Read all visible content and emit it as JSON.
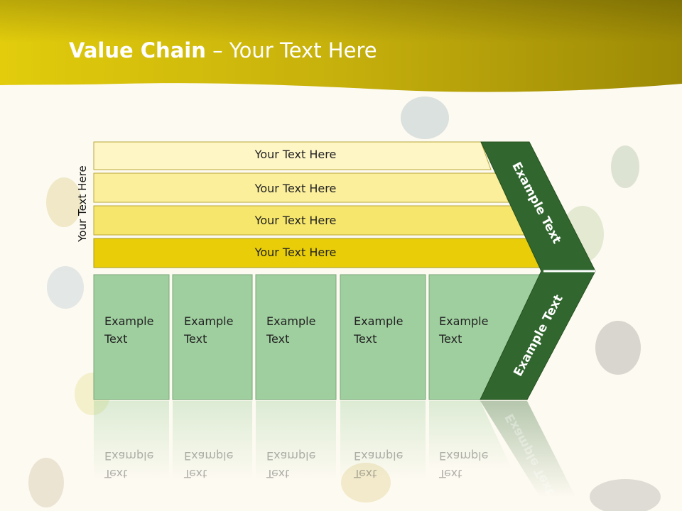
{
  "slide": {
    "title_bold": "Value Chain",
    "title_rest": " – Your Text Here",
    "side_label": "Your Text Here"
  },
  "bands": [
    {
      "label": "Your Text Here",
      "color": "#fff6c6"
    },
    {
      "label": "Your Text Here",
      "color": "#fbef9c"
    },
    {
      "label": "Your Text Here",
      "color": "#f6e66c"
    },
    {
      "label": "Your Text Here",
      "color": "#e8cd08"
    }
  ],
  "boxes": [
    {
      "line1": "Example",
      "line2": "Text"
    },
    {
      "line1": "Example",
      "line2": "Text"
    },
    {
      "line1": "Example",
      "line2": "Text"
    },
    {
      "line1": "Example",
      "line2": "Text"
    },
    {
      "line1": "Example",
      "line2": "Text"
    }
  ],
  "chevron": {
    "upper_label": "Example Text",
    "lower_label": "Example Text",
    "color": "#31672f"
  },
  "colors": {
    "header": "#c9b20a",
    "box_fill": "#9fcf9f",
    "background": "#fdfaf1"
  }
}
